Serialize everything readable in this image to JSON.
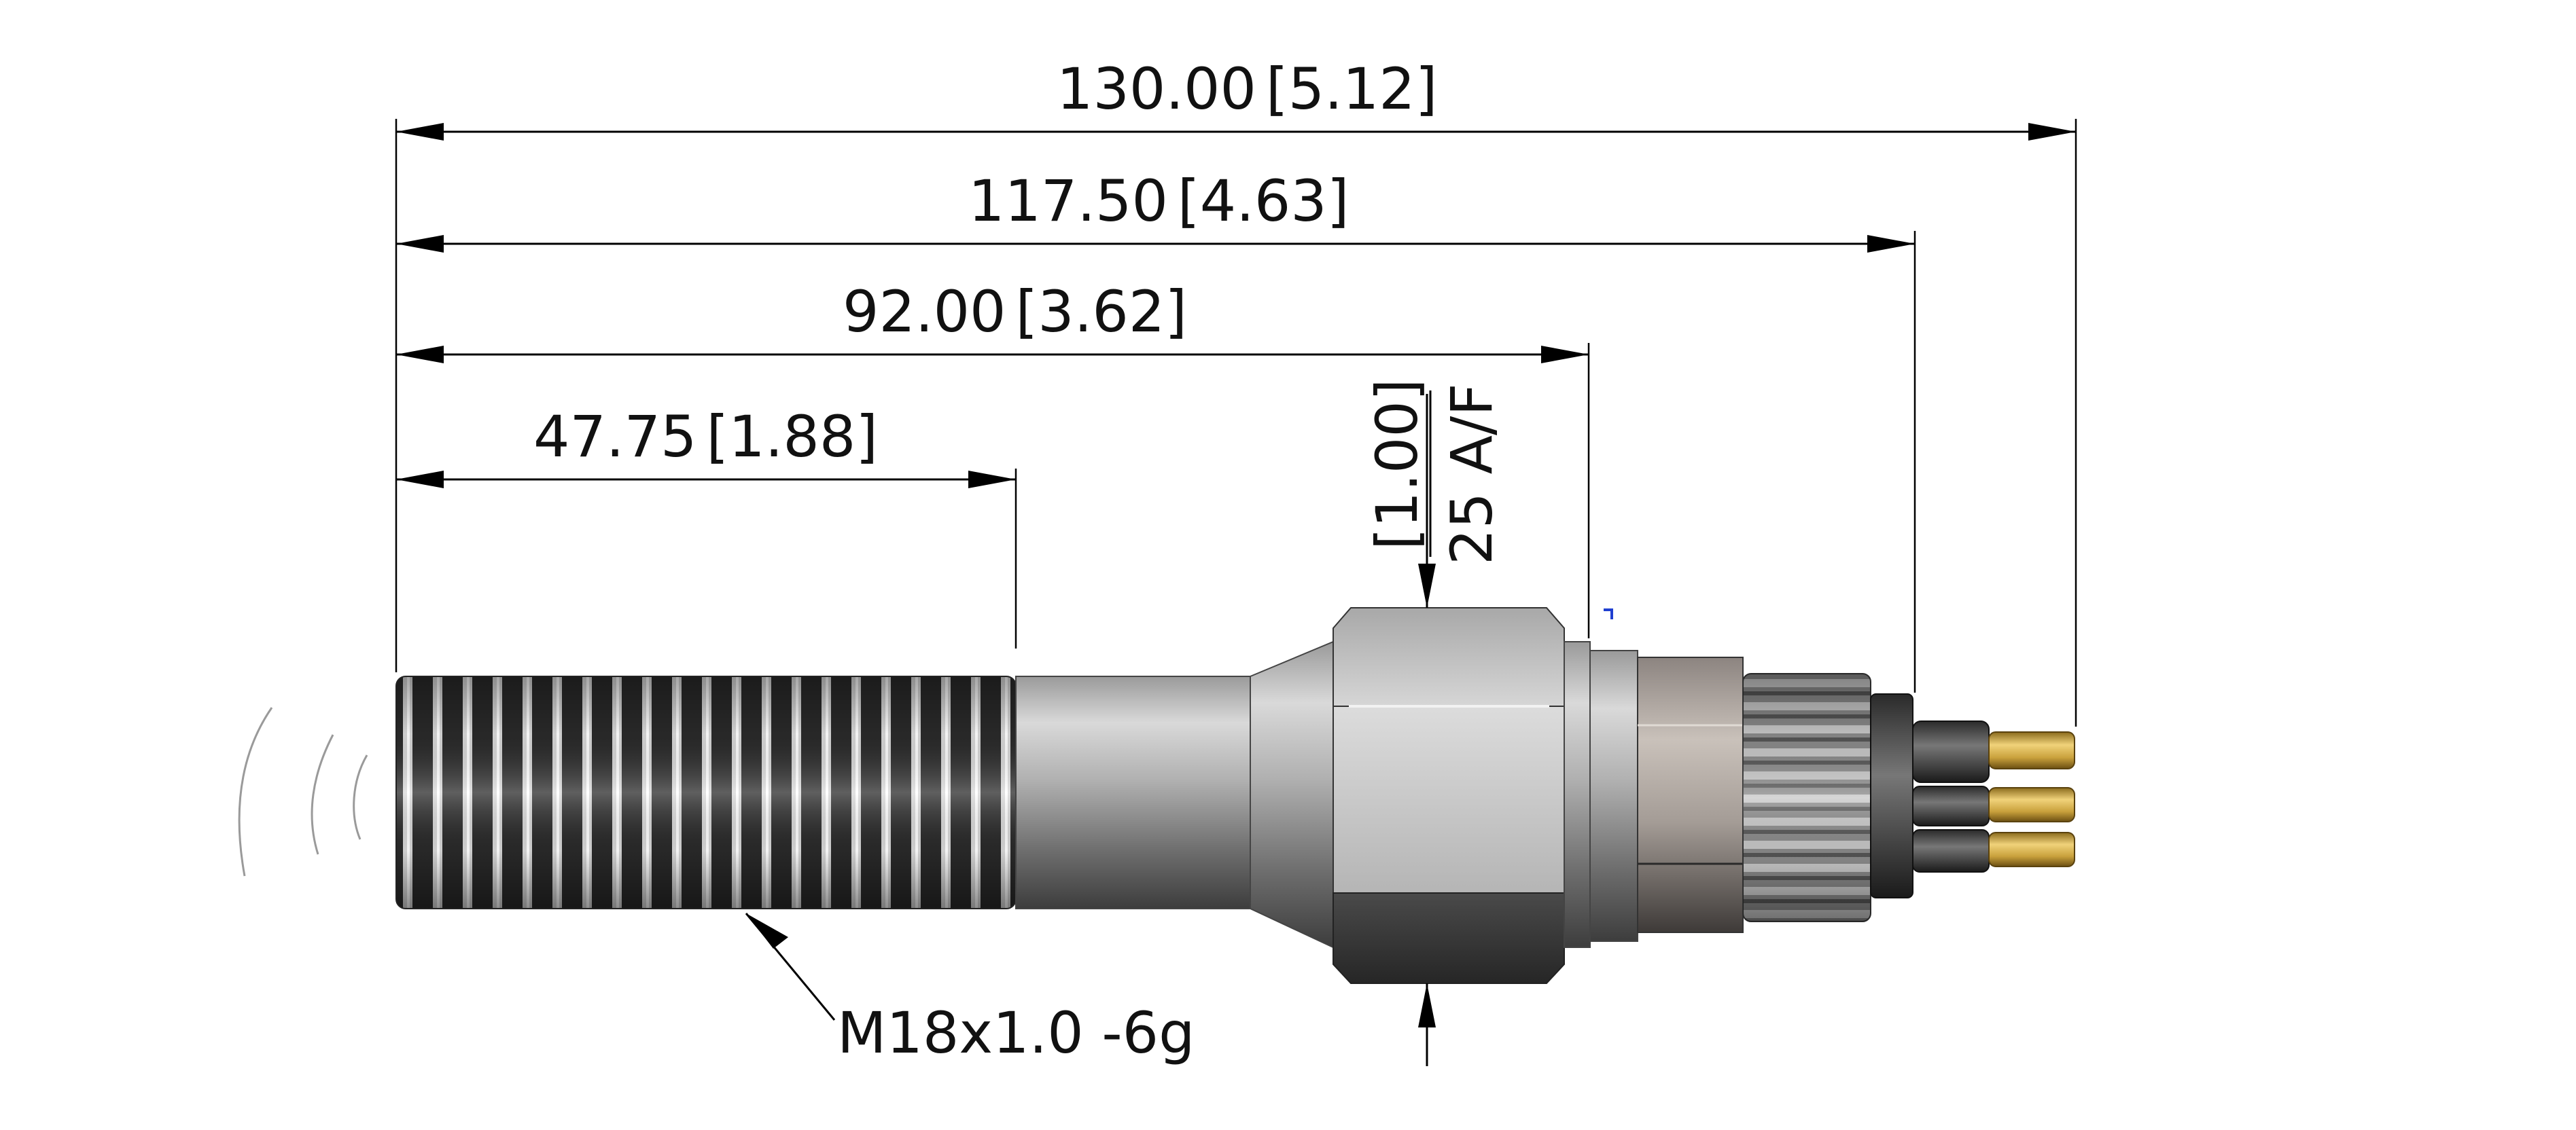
{
  "dimensions": {
    "overall_length": {
      "metric": "130.00",
      "imperial": "5.12"
    },
    "connector_length": {
      "metric": "117.50",
      "imperial": "4.63"
    },
    "hex_end_length": {
      "metric": "92.00",
      "imperial": "3.62"
    },
    "thread_length": {
      "metric": "47.75",
      "imperial": "1.88"
    },
    "hex_across_flats": {
      "metric": "25 A/F",
      "imperial": "1.00"
    }
  },
  "callouts": {
    "thread_spec": "M18x1.0 -6g"
  },
  "colors": {
    "dimension": "#000000",
    "thread_dark": "#2e2e2e",
    "thread_light": "#e6e6e6",
    "body_steel": "#b4b4b4",
    "hex_dark": "#3a3a3a",
    "pin_gold": "#c9a13c",
    "note_blue": "#1f3fd0"
  }
}
